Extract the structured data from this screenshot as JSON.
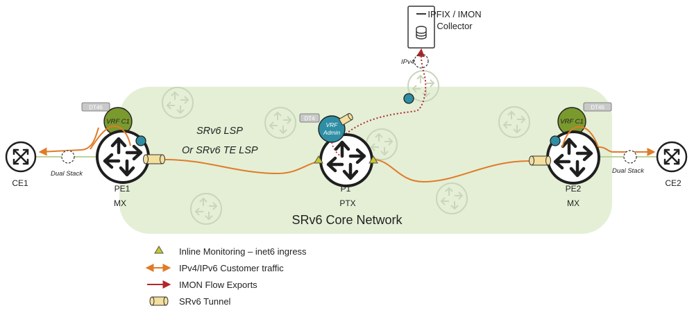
{
  "core": {
    "label": "SRv6 Core Network"
  },
  "lsp": {
    "line1": "SRv6 LSP",
    "line2": "Or SRv6 TE LSP"
  },
  "collector": {
    "line1": "IPFIX / IMON",
    "line2": "Collector",
    "ipv4": "IPv4"
  },
  "ce1": {
    "label": "CE1",
    "stack": "Dual Stack"
  },
  "ce2": {
    "label": "CE2",
    "stack": "Dual Stack"
  },
  "pe1": {
    "name": "PE1",
    "type": "MX",
    "vrf": "VRF C1",
    "tag": "DT46"
  },
  "p1": {
    "name": "P1",
    "type": "PTX",
    "vrf1": "VRF",
    "vrf2": "Admin",
    "tag": "DT4"
  },
  "pe2": {
    "name": "PE2",
    "type": "MX",
    "vrf": "VRF C1",
    "tag": "DT46"
  },
  "legend": {
    "items": [
      {
        "label": "Inline Monitoring – inet6 ingress",
        "icon": "triangle-icon"
      },
      {
        "label": "IPv4/IPv6 Customer traffic",
        "icon": "double-arrow-icon"
      },
      {
        "label": "IMON Flow Exports",
        "icon": "arrow-icon"
      },
      {
        "label": "SRv6 Tunnel",
        "icon": "tunnel-icon"
      }
    ]
  },
  "colors": {
    "core_fill": "#e4efd6",
    "traffic": "#e07b27",
    "export": "#b0282b",
    "vrf_green": "#7a9a2e",
    "vrf_blue": "#2f8ea4",
    "tunnel": "#f3df9e",
    "monitor": "#c6c829"
  }
}
